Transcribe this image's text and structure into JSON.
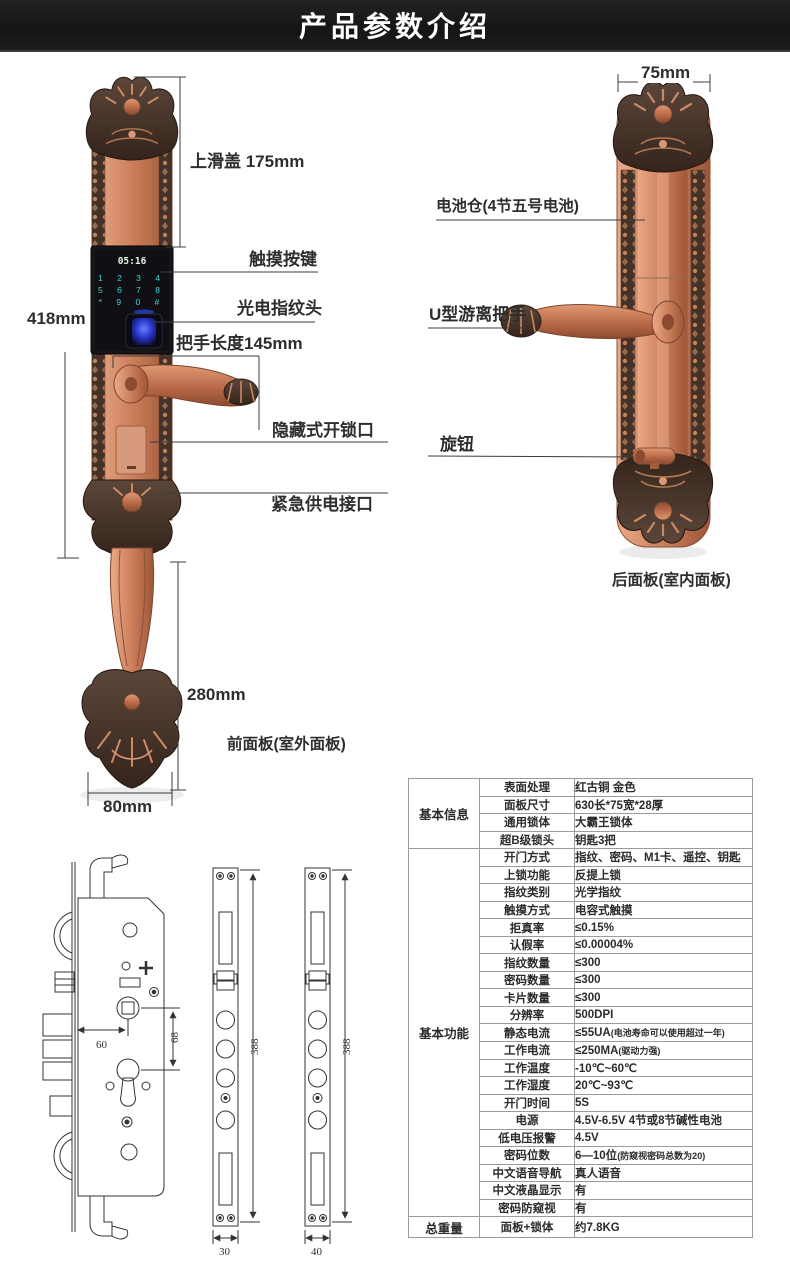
{
  "banner": {
    "title": "产品参数介绍"
  },
  "front_lock": {
    "display_time": "05:16",
    "keypad_rows": [
      "1 2 3 4",
      "5 6 7 8",
      "* 9 0 #"
    ],
    "annotations": {
      "slide_cover": "上滑盖 175mm",
      "touch_keys": "触摸按键",
      "fingerprint": "光电指纹头",
      "handle_length": "把手长度145mm",
      "hidden_keyhole": "隐藏式开锁口",
      "emergency_power": "紧急供电接口",
      "body_height": "418mm",
      "grip_height": "280mm",
      "panel_name": "前面板(室外面板)",
      "panel_width": "80mm"
    }
  },
  "rear_lock": {
    "annotations": {
      "panel_width": "75mm",
      "battery": "电池仓(4节五号电池)",
      "u_handle": "U型游离把手",
      "knob": "旋钮",
      "panel_name": "后面板(室内面板)"
    }
  },
  "drawings": {
    "dim_60": "60",
    "dim_68": "68",
    "dim_388_left": "388",
    "dim_388_right": "388",
    "dim_30": "30",
    "dim_40": "40"
  },
  "spec_table": {
    "sections": [
      {
        "name": "基本信息",
        "rows": [
          [
            "表面处理",
            "红古铜 金色"
          ],
          [
            "面板尺寸",
            "630长*75宽*28厚"
          ],
          [
            "通用锁体",
            "大霸王锁体"
          ],
          [
            "超B级锁头",
            "钥匙3把"
          ]
        ]
      },
      {
        "name": "基本功能",
        "rows": [
          [
            "开门方式",
            "指纹、密码、M1卡、遥控、钥匙"
          ],
          [
            "上锁功能",
            "反提上锁"
          ],
          [
            "指纹类别",
            "光学指纹"
          ],
          [
            "触摸方式",
            "电容式触摸"
          ],
          [
            "拒真率",
            "≤0.15%"
          ],
          [
            "认假率",
            "≤0.00004%"
          ],
          [
            "指纹数量",
            "≤300"
          ],
          [
            "密码数量",
            "≤300"
          ],
          [
            "卡片数量",
            "≤300"
          ],
          [
            "分辨率",
            "500DPI"
          ],
          [
            "静态电流",
            "≤55UA(电池寿命可以使用超过一年)"
          ],
          [
            "工作电流",
            "≤250MA(驱动力强)"
          ],
          [
            "工作温度",
            "-10℃~60℃"
          ],
          [
            "工作湿度",
            "20℃~93℃"
          ],
          [
            "开门时间",
            "5S"
          ],
          [
            "电源",
            "4.5V-6.5V 4节或8节碱性电池"
          ],
          [
            "低电压报警",
            "4.5V"
          ],
          [
            "密码位数",
            "6—10位(防窥视密码总数为20)"
          ],
          [
            "中文语音导航",
            "真人语音"
          ],
          [
            "中文液晶显示",
            "有"
          ],
          [
            "密码防窥视",
            "有"
          ]
        ]
      },
      {
        "name": "总重量",
        "rows": [
          [
            "面板+锁体",
            "约7.8KG"
          ]
        ]
      }
    ]
  },
  "colors": {
    "banner_bg": "#1a1a1a",
    "copper": "#c97b58",
    "copper_light": "#eaa988",
    "bronze_dark": "#3e2f24",
    "keypad_digit": "#3fd6d6",
    "fingerprint_glow": "#4a5cff",
    "line": "#3c3c3c",
    "table_border": "#9b9b9b"
  }
}
